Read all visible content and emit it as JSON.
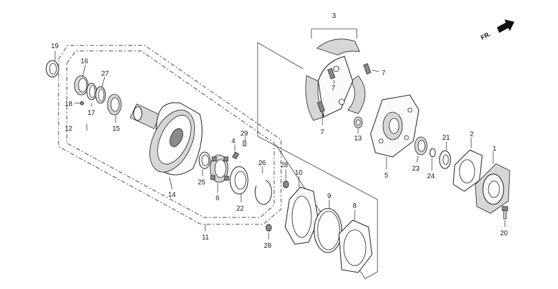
{
  "direction_badge": {
    "label": "FR."
  },
  "part_labels": [
    {
      "id": "p1",
      "text": "1"
    },
    {
      "id": "p2",
      "text": "2"
    },
    {
      "id": "p3",
      "text": "3"
    },
    {
      "id": "p4",
      "text": "4"
    },
    {
      "id": "p5",
      "text": "5"
    },
    {
      "id": "p6",
      "text": "6"
    },
    {
      "id": "p7a",
      "text": "7"
    },
    {
      "id": "p7b",
      "text": "7"
    },
    {
      "id": "p7c",
      "text": "7"
    },
    {
      "id": "p8",
      "text": "8"
    },
    {
      "id": "p9",
      "text": "9"
    },
    {
      "id": "p10",
      "text": "10"
    },
    {
      "id": "p11",
      "text": "11"
    },
    {
      "id": "p12",
      "text": "12"
    },
    {
      "id": "p13",
      "text": "13"
    },
    {
      "id": "p14",
      "text": "14"
    },
    {
      "id": "p15",
      "text": "15"
    },
    {
      "id": "p16",
      "text": "16"
    },
    {
      "id": "p17",
      "text": "17"
    },
    {
      "id": "p18",
      "text": "18"
    },
    {
      "id": "p19",
      "text": "19"
    },
    {
      "id": "p20",
      "text": "20"
    },
    {
      "id": "p21",
      "text": "21"
    },
    {
      "id": "p22",
      "text": "22"
    },
    {
      "id": "p23",
      "text": "23"
    },
    {
      "id": "p24",
      "text": "24"
    },
    {
      "id": "p25",
      "text": "25"
    },
    {
      "id": "p26",
      "text": "26"
    },
    {
      "id": "p27",
      "text": "27"
    },
    {
      "id": "p28a",
      "text": "28"
    },
    {
      "id": "p28b",
      "text": "28"
    },
    {
      "id": "p29",
      "text": "29"
    }
  ]
}
